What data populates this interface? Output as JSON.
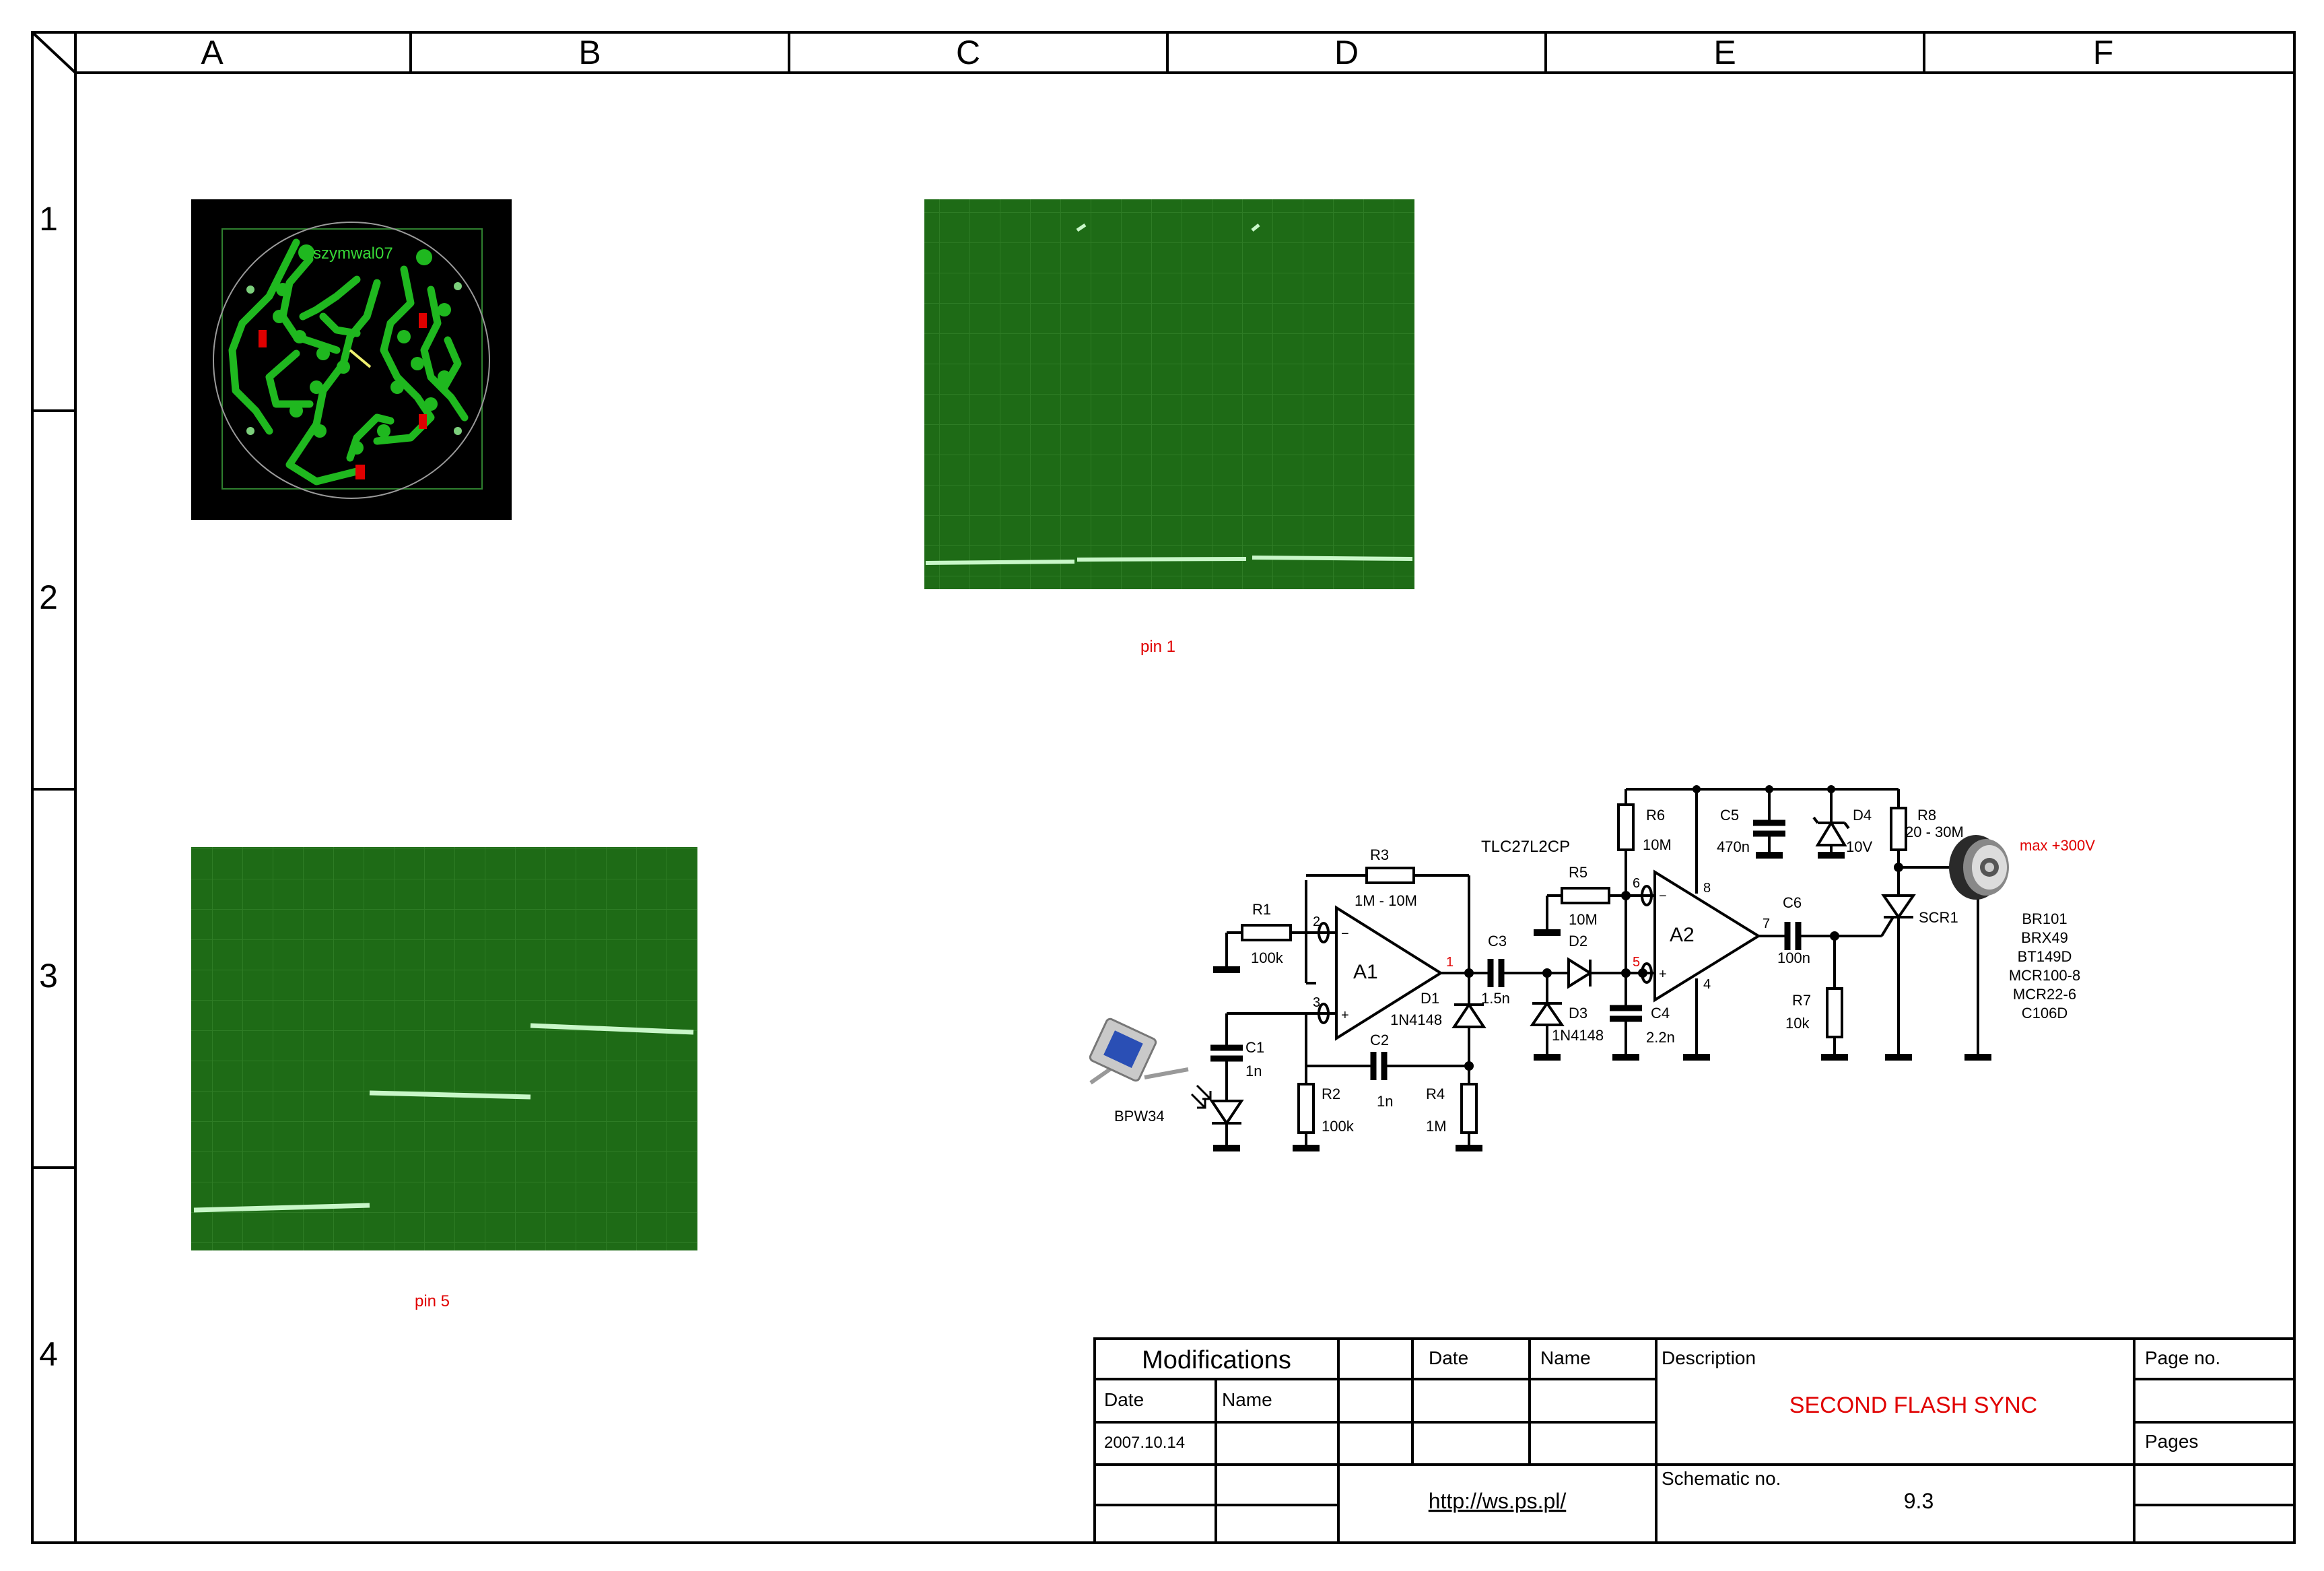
{
  "frame": {
    "columns": [
      "A",
      "B",
      "C",
      "D",
      "E",
      "F"
    ],
    "rows": [
      "1",
      "2",
      "3",
      "4"
    ]
  },
  "pcb": {
    "author_label": "szymwal07"
  },
  "scope": {
    "pin1_caption": "pin 1",
    "pin5_caption": "pin 5"
  },
  "schematic": {
    "ic_part": "TLC27L2CP",
    "amp1": "A1",
    "amp2": "A2",
    "max_voltage": "max +300V",
    "photodiode_part": "BPW34",
    "scr_alternatives": [
      "BR101",
      "BRX49",
      "BT149D",
      "MCR100-8",
      "MCR22-6",
      "C106D"
    ],
    "components": {
      "r1": {
        "ref": "R1",
        "value": "100k"
      },
      "r2": {
        "ref": "R2",
        "value": "100k"
      },
      "r3": {
        "ref": "R3",
        "value": "1M - 10M"
      },
      "r4": {
        "ref": "R4",
        "value": "1M"
      },
      "r5": {
        "ref": "R5",
        "value": "10M"
      },
      "r6": {
        "ref": "R6",
        "value": "10M"
      },
      "r7": {
        "ref": "R7",
        "value": "10k"
      },
      "r8": {
        "ref": "R8",
        "value": "20 - 30M"
      },
      "c1": {
        "ref": "C1",
        "value": "1n"
      },
      "c2": {
        "ref": "C2",
        "value": "1n"
      },
      "c3": {
        "ref": "C3",
        "value": "1.5n"
      },
      "c4": {
        "ref": "C4",
        "value": "2.2n"
      },
      "c5": {
        "ref": "C5",
        "value": "470n"
      },
      "c6": {
        "ref": "C6",
        "value": "100n"
      },
      "d1": {
        "ref": "D1",
        "value": "1N4148"
      },
      "d2": {
        "ref": "D2"
      },
      "d3": {
        "ref": "D3",
        "value": "1N4148"
      },
      "d4": {
        "ref": "D4",
        "value": "10V"
      },
      "scr1": {
        "ref": "SCR1"
      }
    },
    "pins": {
      "p1": "1",
      "p2": "2",
      "p3": "3",
      "p4": "4",
      "p5": "5",
      "p6": "6",
      "p7": "7",
      "p8": "8"
    },
    "pin_signs": {
      "minus": "−",
      "plus": "+"
    }
  },
  "title_block": {
    "modifications": "Modifications",
    "date_header": "Date",
    "name_header": "Name",
    "mod_date_header": "Date",
    "mod_name_header": "Name",
    "mod_date_value": "2007.10.14",
    "url": "http://ws.ps.pl/",
    "description_label": "Description",
    "description_value": "SECOND FLASH SYNC",
    "schematic_no_label": "Schematic no.",
    "schematic_no_value": "9.3",
    "page_no_label": "Page no.",
    "pages_label": "Pages"
  },
  "colors": {
    "scope_green": "#1e6b16",
    "trace": "#c9f7c9",
    "pcb_copper": "#1fb81f",
    "annotation_red": "#e00000"
  }
}
